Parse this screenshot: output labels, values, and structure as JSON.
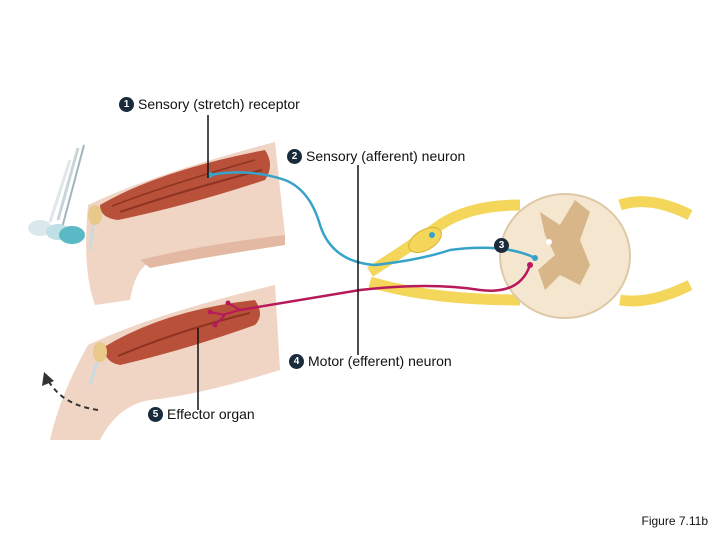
{
  "labels": {
    "step1": {
      "number": "1",
      "text": "Sensory (stretch) receptor"
    },
    "step2": {
      "number": "2",
      "text": "Sensory (afferent) neuron"
    },
    "step3": {
      "number": "3"
    },
    "step4": {
      "number": "4",
      "text": "Motor (efferent) neuron"
    },
    "step5": {
      "number": "5",
      "text": "Effector organ"
    }
  },
  "caption": "Figure 7.11b",
  "colors": {
    "skin": "#f1d5c4",
    "skin_shadow": "#e3b9a3",
    "muscle": "#b8503a",
    "muscle_dark": "#8e3322",
    "sensory": "#37a3c8",
    "motor": "#b8195a",
    "nerve": "#f4d75a",
    "nerve_dark": "#d5b330",
    "white_matter": "#f5e6cf",
    "gray_matter": "#d8b68a",
    "leader_line": "#111111",
    "hammer": "#5bb9c6"
  }
}
